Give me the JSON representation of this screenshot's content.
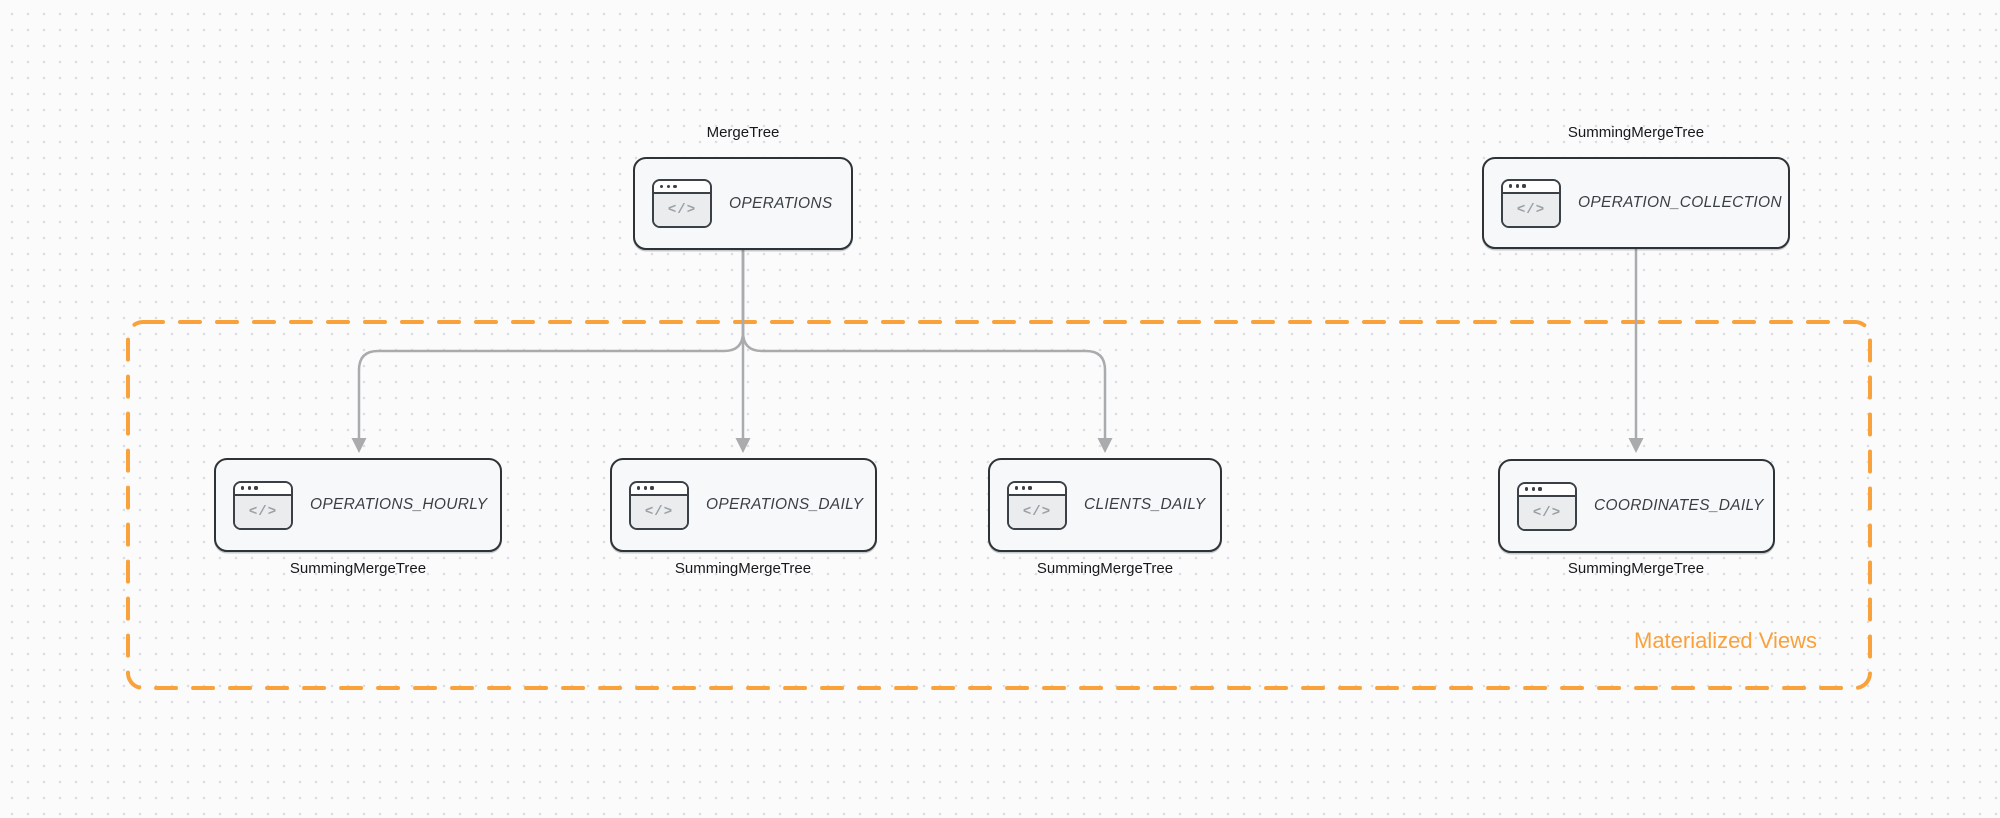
{
  "diagram": {
    "group": {
      "label": "Materialized Views"
    },
    "icon": {
      "name": "code-window-icon",
      "glyph": "</>"
    },
    "nodes": [
      {
        "id": "operations",
        "title": "OPERATIONS",
        "engine": "MergeTree"
      },
      {
        "id": "operation_collection",
        "title": "OPERATION_COLLECTION",
        "engine": "SummingMergeTree"
      },
      {
        "id": "operations_hourly",
        "title": "OPERATIONS_HOURLY",
        "engine": "SummingMergeTree"
      },
      {
        "id": "operations_daily",
        "title": "OPERATIONS_DAILY",
        "engine": "SummingMergeTree"
      },
      {
        "id": "clients_daily",
        "title": "CLIENTS_DAILY",
        "engine": "SummingMergeTree"
      },
      {
        "id": "coordinates_daily",
        "title": "COORDINATES_DAILY",
        "engine": "SummingMergeTree"
      }
    ],
    "edges": [
      {
        "from": "operations",
        "to": "operations_hourly"
      },
      {
        "from": "operations",
        "to": "operations_daily"
      },
      {
        "from": "operations",
        "to": "clients_daily"
      },
      {
        "from": "operation_collection",
        "to": "coordinates_daily"
      }
    ],
    "colors": {
      "accent_orange": "#f9a23c",
      "arrow_gray": "#a9abad",
      "node_border": "#2e3337",
      "node_background": "#f7f8f9",
      "canvas_background": "#fbfbfc",
      "dot_grid": "#dcdee2"
    }
  }
}
